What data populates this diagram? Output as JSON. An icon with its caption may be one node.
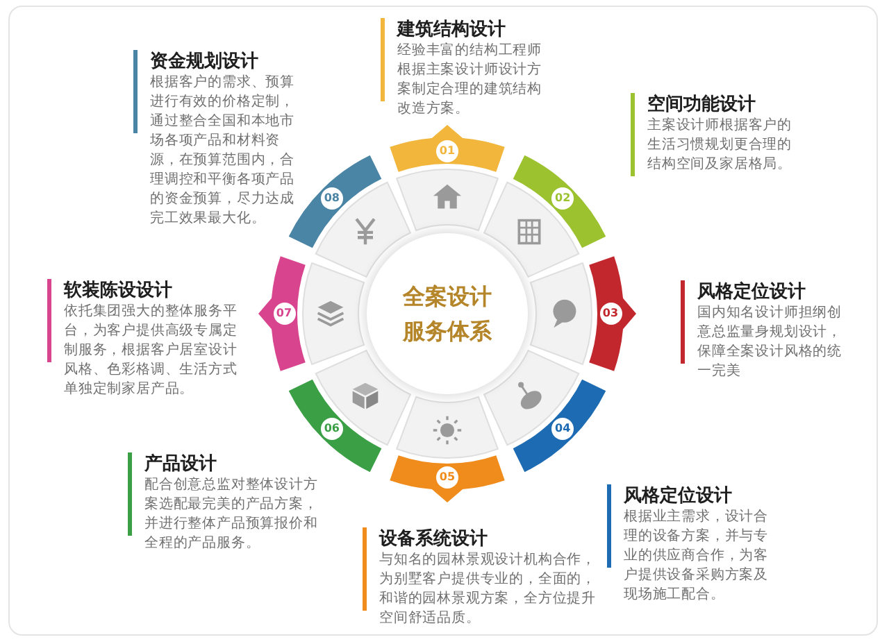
{
  "diagram": {
    "nodes": [
      {
        "text": [
          "全案设计服务体系"
        ]
      },
      {
        "text": [
          "01"
        ],
        "beside": [
          "建筑结构设计",
          "经验丰富的结构工程师根据主案设计师设计方案制定合理的建筑结构改造方案。"
        ]
      },
      {
        "text": [
          "02"
        ],
        "beside": [
          "空间功能设计",
          "主案设计师根据客户的生活习惯规划更合理的结构空间及家居格局。"
        ]
      },
      {
        "text": [
          "03"
        ],
        "beside": [
          "风格定位设计",
          "国内知名设计师担纲创意总监量身规划设计，保障全案设计风格的统一完美"
        ]
      },
      {
        "text": [
          "04"
        ],
        "beside": [
          "风格定位设计",
          "根据业主需求，设计合理的设备方案，并与专业的供应商合作，为客户提供设备采购方案及现场施工配合。"
        ]
      },
      {
        "text": [
          "05"
        ],
        "beside": [
          "设备系统设计",
          "与知名的园林景观设计机构合作，为别墅客户提供专业的，全面的，和谐的园林景观方案，全方位提升空间舒适品质。"
        ]
      },
      {
        "text": [
          "06"
        ],
        "beside": [
          "产品设计",
          "配合创意总监对整体设计方案选配最完美的产品方案，并进行整体产品预算报价和全程的产品服务。"
        ]
      },
      {
        "text": [
          "07"
        ],
        "beside": [
          "软装陈设设计",
          "依托集团强大的整体服务平台，为客户提供高级专属定制服务，根据客户居室设计风格、色彩格调、生活方式单独定制家居产品。"
        ]
      },
      {
        "text": [
          "08"
        ],
        "beside": [
          "资金规划设计",
          "根据客户的需求、预算进行有效的价格定制，通过整合全国和本地市场各项产品和材料资源，在预算范围内，合理调控和平衡各项产品的资金预算，尽力达成完工效果最大化。"
        ]
      }
    ]
  }
}
